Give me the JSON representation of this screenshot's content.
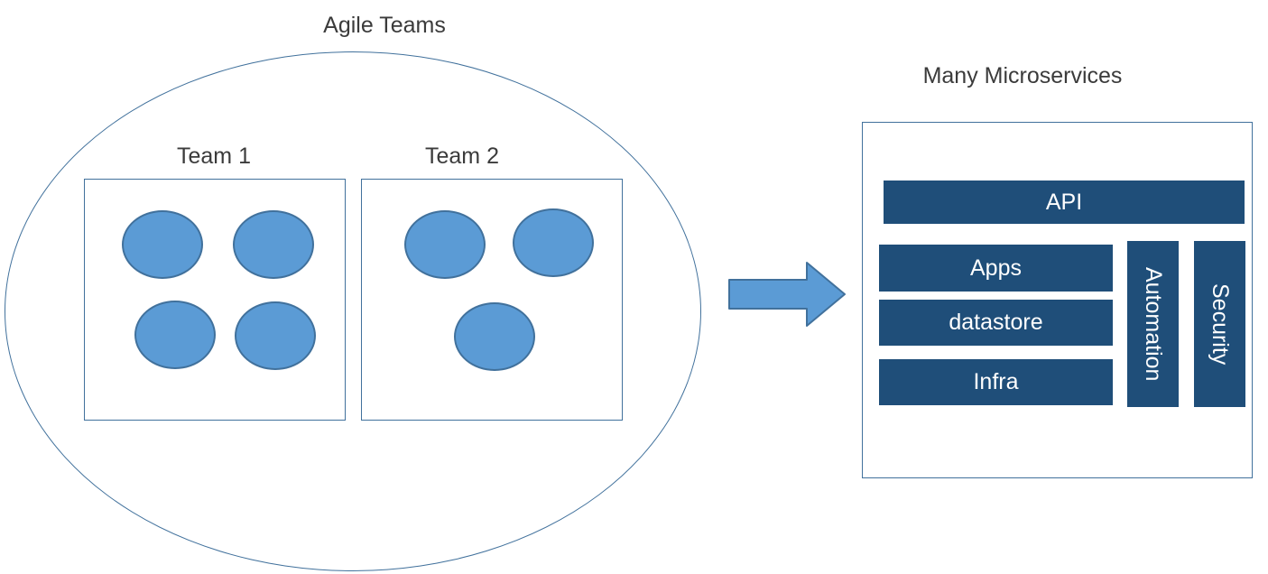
{
  "diagram": {
    "left": {
      "title": "Agile Teams",
      "teams": [
        {
          "label": "Team 1",
          "member_count": 4
        },
        {
          "label": "Team 2",
          "member_count": 3
        }
      ]
    },
    "arrow": {
      "direction": "right"
    },
    "right": {
      "title": "Many Microservices",
      "api_label": "API",
      "stack": [
        "Apps",
        "datastore",
        "Infra"
      ],
      "pillars": [
        "Automation",
        "Security"
      ]
    }
  },
  "colors": {
    "shape_fill": "#5B9BD5",
    "shape_border": "#41719C",
    "bar_fill": "#1F4E79",
    "bar_text": "#FFFFFF",
    "outline": "#41719C"
  }
}
